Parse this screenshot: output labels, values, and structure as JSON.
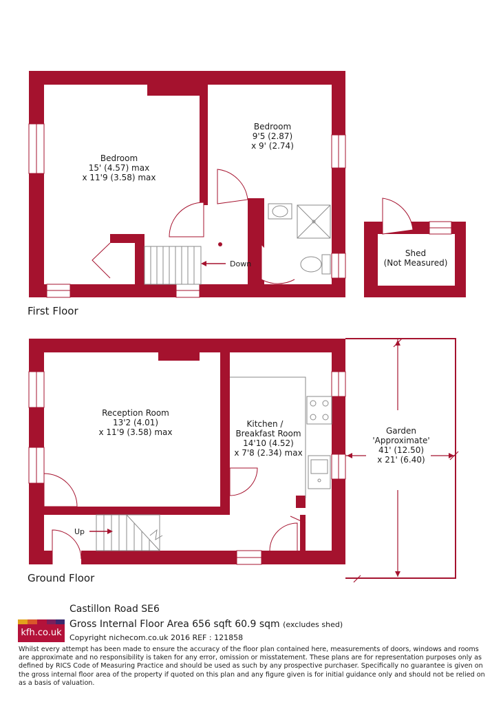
{
  "first_floor": {
    "label": "First Floor",
    "bedroom1": {
      "name": "Bedroom",
      "dim1": "15' (4.57) max",
      "dim2": "x 11'9 (3.58) max"
    },
    "bedroom2": {
      "name": "Bedroom",
      "dim1": "9'5 (2.87)",
      "dim2": "x 9' (2.74)"
    },
    "stairs_label": "Down"
  },
  "shed": {
    "name": "Shed",
    "note": "(Not Measured)"
  },
  "ground_floor": {
    "label": "Ground Floor",
    "reception": {
      "name": "Reception Room",
      "dim1": "13'2 (4.01)",
      "dim2": "x 11'9 (3.58) max"
    },
    "kitchen": {
      "name1": "Kitchen /",
      "name2": "Breakfast Room",
      "dim1": "14'10 (4.52)",
      "dim2": "x 7'8 (2.34) max"
    },
    "garden": {
      "name": "Garden",
      "note": "'Approximate'",
      "dim1": "41' (12.50)",
      "dim2": "x 21' (6.40)"
    },
    "stairs_label": "Up"
  },
  "footer": {
    "logo_text": "kfh.co.uk",
    "address": "Castillon Road SE6",
    "gia": "Gross Internal Floor Area 656 sqft 60.9 sqm",
    "gia_note": "(excludes shed)",
    "copyright": "Copyright nichecom.co.uk 2016 REF : 121858",
    "disclaimer": "Whilst every attempt has been made to ensure the accuracy of the floor plan contained here, measurements of doors, windows and rooms are approximate and no responsibility is taken for any error, omission or misstatement.  These plans are for representation purposes only as defined by RICS Code of Measuring Practice and should be used as such by any prospective purchaser.  Specifically no guarantee is given on the gross internal floor area of the property if quoted on this plan and any figure given is for initial guidance only and should not be relied on as a basis of valuation."
  },
  "colors": {
    "wall": "#a5122e",
    "brand": "#b4123a",
    "fixture": "#8a8a8a"
  }
}
